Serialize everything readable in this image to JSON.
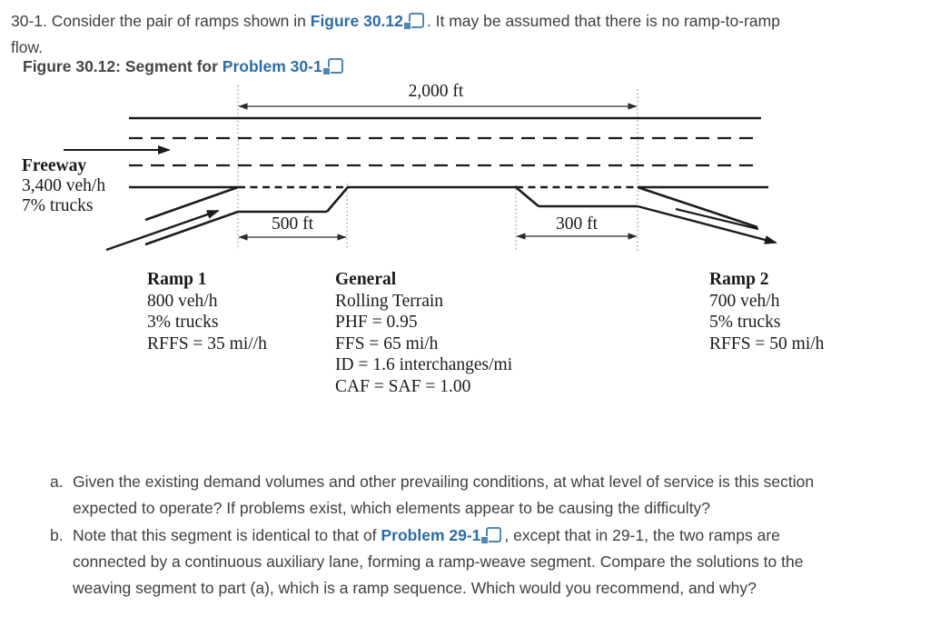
{
  "problem": {
    "intro_prefix": "30-1. Consider the pair of ramps shown in ",
    "figure_link": "Figure 30.12",
    "intro_suffix": ". It may be assumed that there is no ramp-to-ramp\nflow."
  },
  "caption": {
    "prefix": "Figure 30.12: Segment for ",
    "link": "Problem 30-1"
  },
  "diagram": {
    "dim_total": "2,000 ft",
    "dim_accel": "500 ft",
    "dim_decel": "300 ft",
    "freeway": {
      "title": "Freeway",
      "volume": "3,400 veh/h",
      "trucks": "7% trucks"
    },
    "ramp1": {
      "title": "Ramp 1",
      "lines": [
        "800 veh/h",
        "3% trucks",
        "RFFS = 35 mi//h"
      ]
    },
    "general": {
      "title": "General",
      "lines": [
        "Rolling Terrain",
        "PHF = 0.95",
        "FFS = 65 mi/h",
        "ID = 1.6 interchanges/mi",
        "CAF = SAF = 1.00"
      ]
    },
    "ramp2": {
      "title": "Ramp 2",
      "lines": [
        "700 veh/h",
        "5% trucks",
        "RFFS = 50 mi/h"
      ]
    }
  },
  "questions": {
    "a": {
      "marker": "a.",
      "text": "Given the existing demand volumes and other prevailing conditions, at what level of service is this section\nexpected to operate? If problems exist, which elements appear to be causing the difficulty?"
    },
    "b": {
      "marker": "b.",
      "prefix": "Note that this segment is identical to that of ",
      "link": "Problem 29-1",
      "suffix": ", except that in 29-1, the two ramps are\nconnected by a continuous auxiliary lane, forming a ramp-weave segment. Compare the solutions to the\nweaving segment to part (a), which is a ramp sequence. Which would you recommend, and why?"
    }
  },
  "colors": {
    "link_blue": "#2c6ca6",
    "icon_blue": "#4e86b4",
    "text_gray": "#3f3f3f",
    "diagram_ink": "#1b1b1b"
  }
}
